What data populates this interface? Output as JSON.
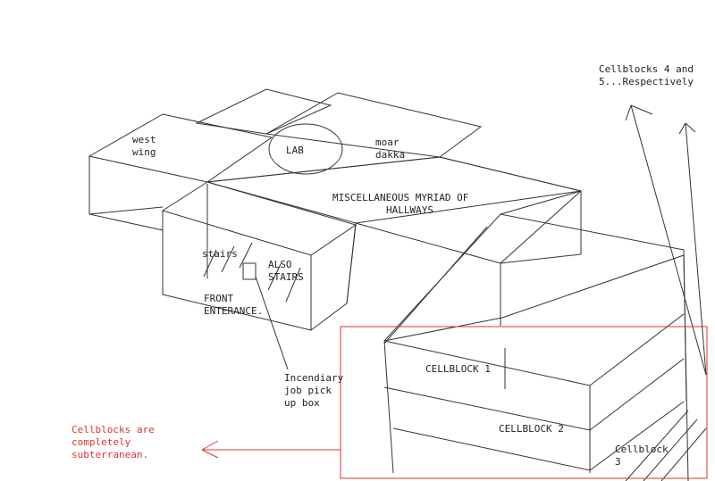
{
  "labels": {
    "west_wing_1": "west",
    "west_wing_2": "wing",
    "lab": "LAB",
    "moar_1": "moar",
    "moar_2": "dakka",
    "misc_1": "MISCELLANEOUS MYRIAD OF",
    "misc_2": "HALLWAYS",
    "stairs": "stairs",
    "also_1": "ALSO",
    "also_2": "STAIRS",
    "front_1": "FRONT",
    "front_2": "ENTERANCE.",
    "incendiary_1": "Incendiary",
    "incendiary_2": "job pick",
    "incendiary_3": "up box",
    "cellblock_1": "CELLBLOCK 1",
    "cellblock_2": "CELLBLOCK 2",
    "cellblock_3a": "Cellblock",
    "cellblock_3b": "3",
    "cb45_1": "Cellblocks 4 and",
    "cb45_2": "5...Respectively",
    "subterranean_1": "Cellblocks are",
    "subterranean_2": "completely",
    "subterranean_3": "subterranean."
  },
  "colors": {
    "ink": "#333333",
    "red": "#dd3333"
  }
}
